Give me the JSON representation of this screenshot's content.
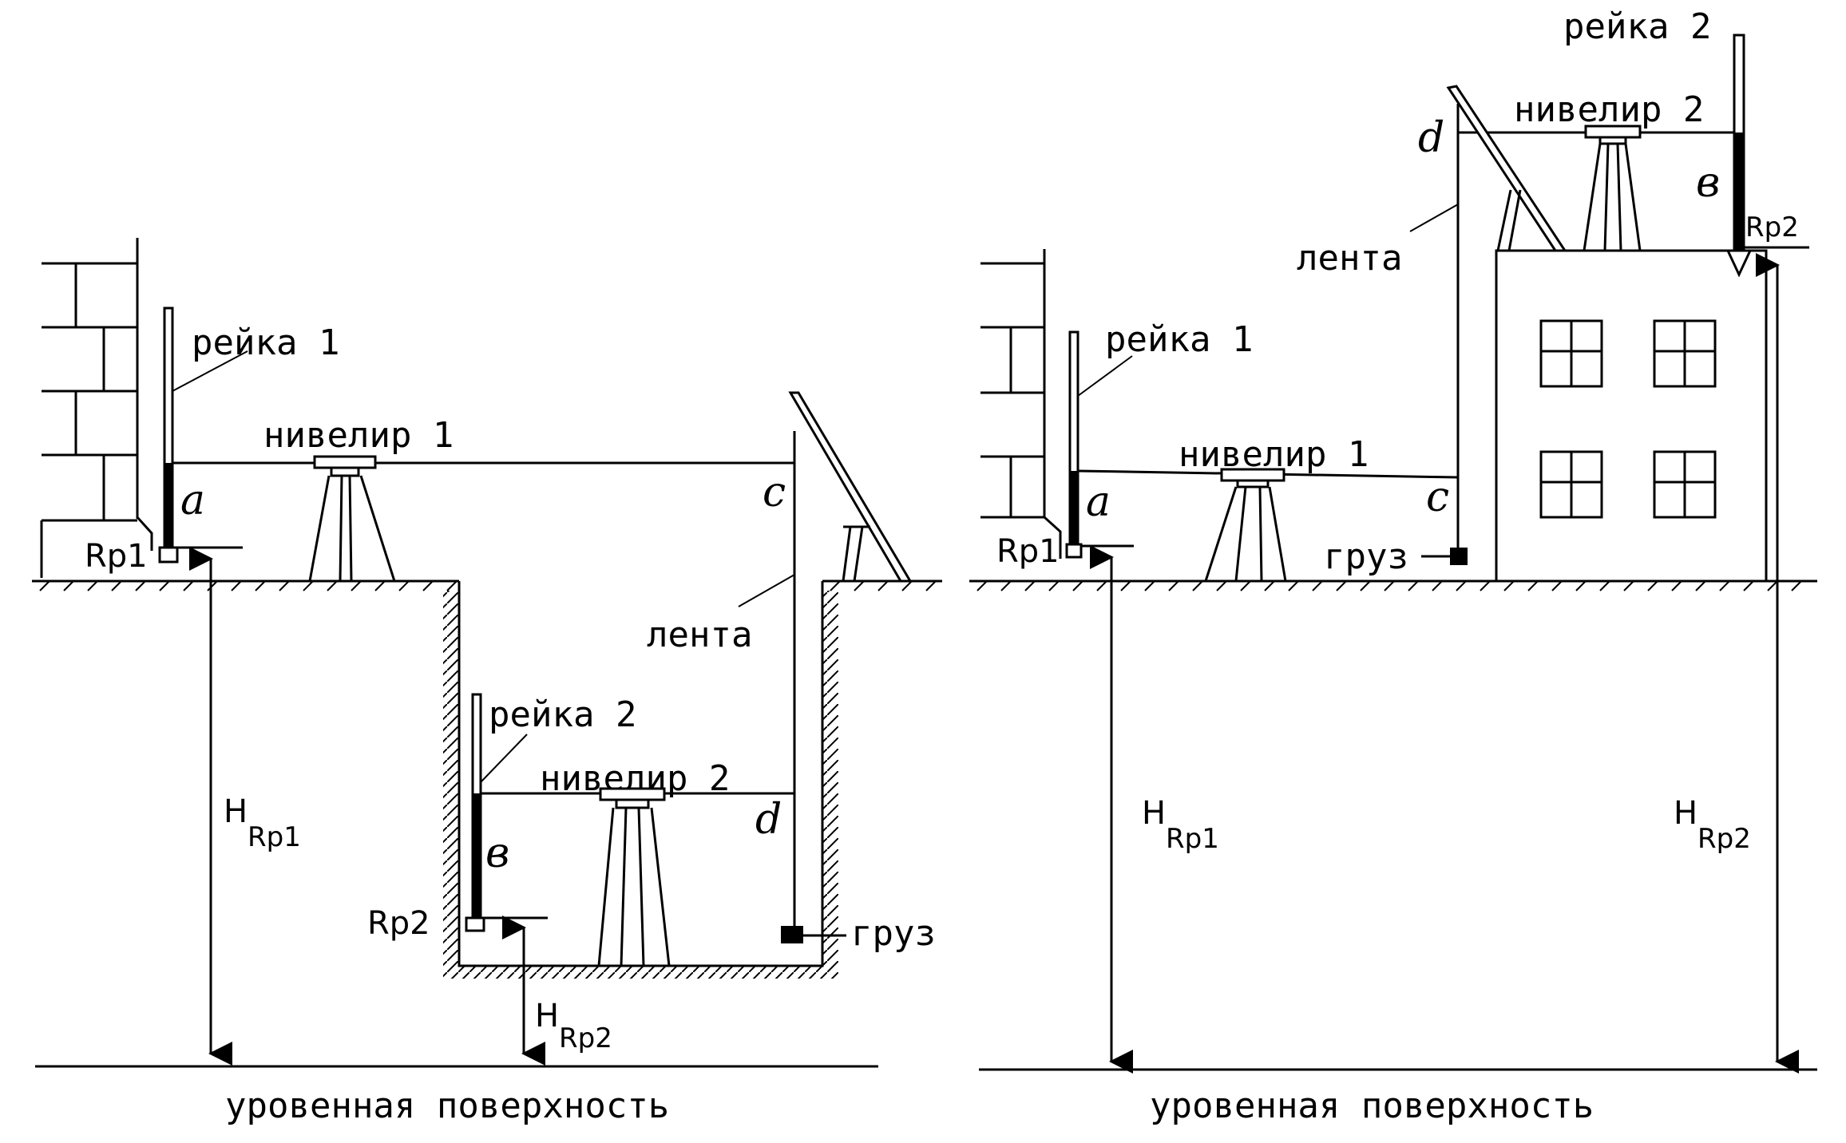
{
  "left": {
    "staff1": "рейка 1",
    "level1": "нивелир 1",
    "a": "a",
    "c": "c",
    "rp1": "Rp1",
    "tape": "лента",
    "staff2": "рейка 2",
    "level2": "нивелир 2",
    "b": "в",
    "d": "d",
    "rp2": "Rp2",
    "weight": "груз",
    "h_rp1": "H",
    "h_rp1_sub": "Rp1",
    "h_rp2": "H",
    "h_rp2_sub": "Rp2",
    "surface": "уровенная поверхность"
  },
  "right": {
    "staff2": "рейка 2",
    "level2": "нивелир 2",
    "d": "d",
    "b": "в",
    "rp2": "Rp2",
    "tape": "лента",
    "staff1": "рейка 1",
    "level1": "нивелир 1",
    "a": "a",
    "c": "c",
    "rp1": "Rp1",
    "weight": "груз",
    "h_rp1": "H",
    "h_rp1_sub": "Rp1",
    "h_rp2": "H",
    "h_rp2_sub": "Rp2",
    "surface": "уровенная поверхность"
  }
}
